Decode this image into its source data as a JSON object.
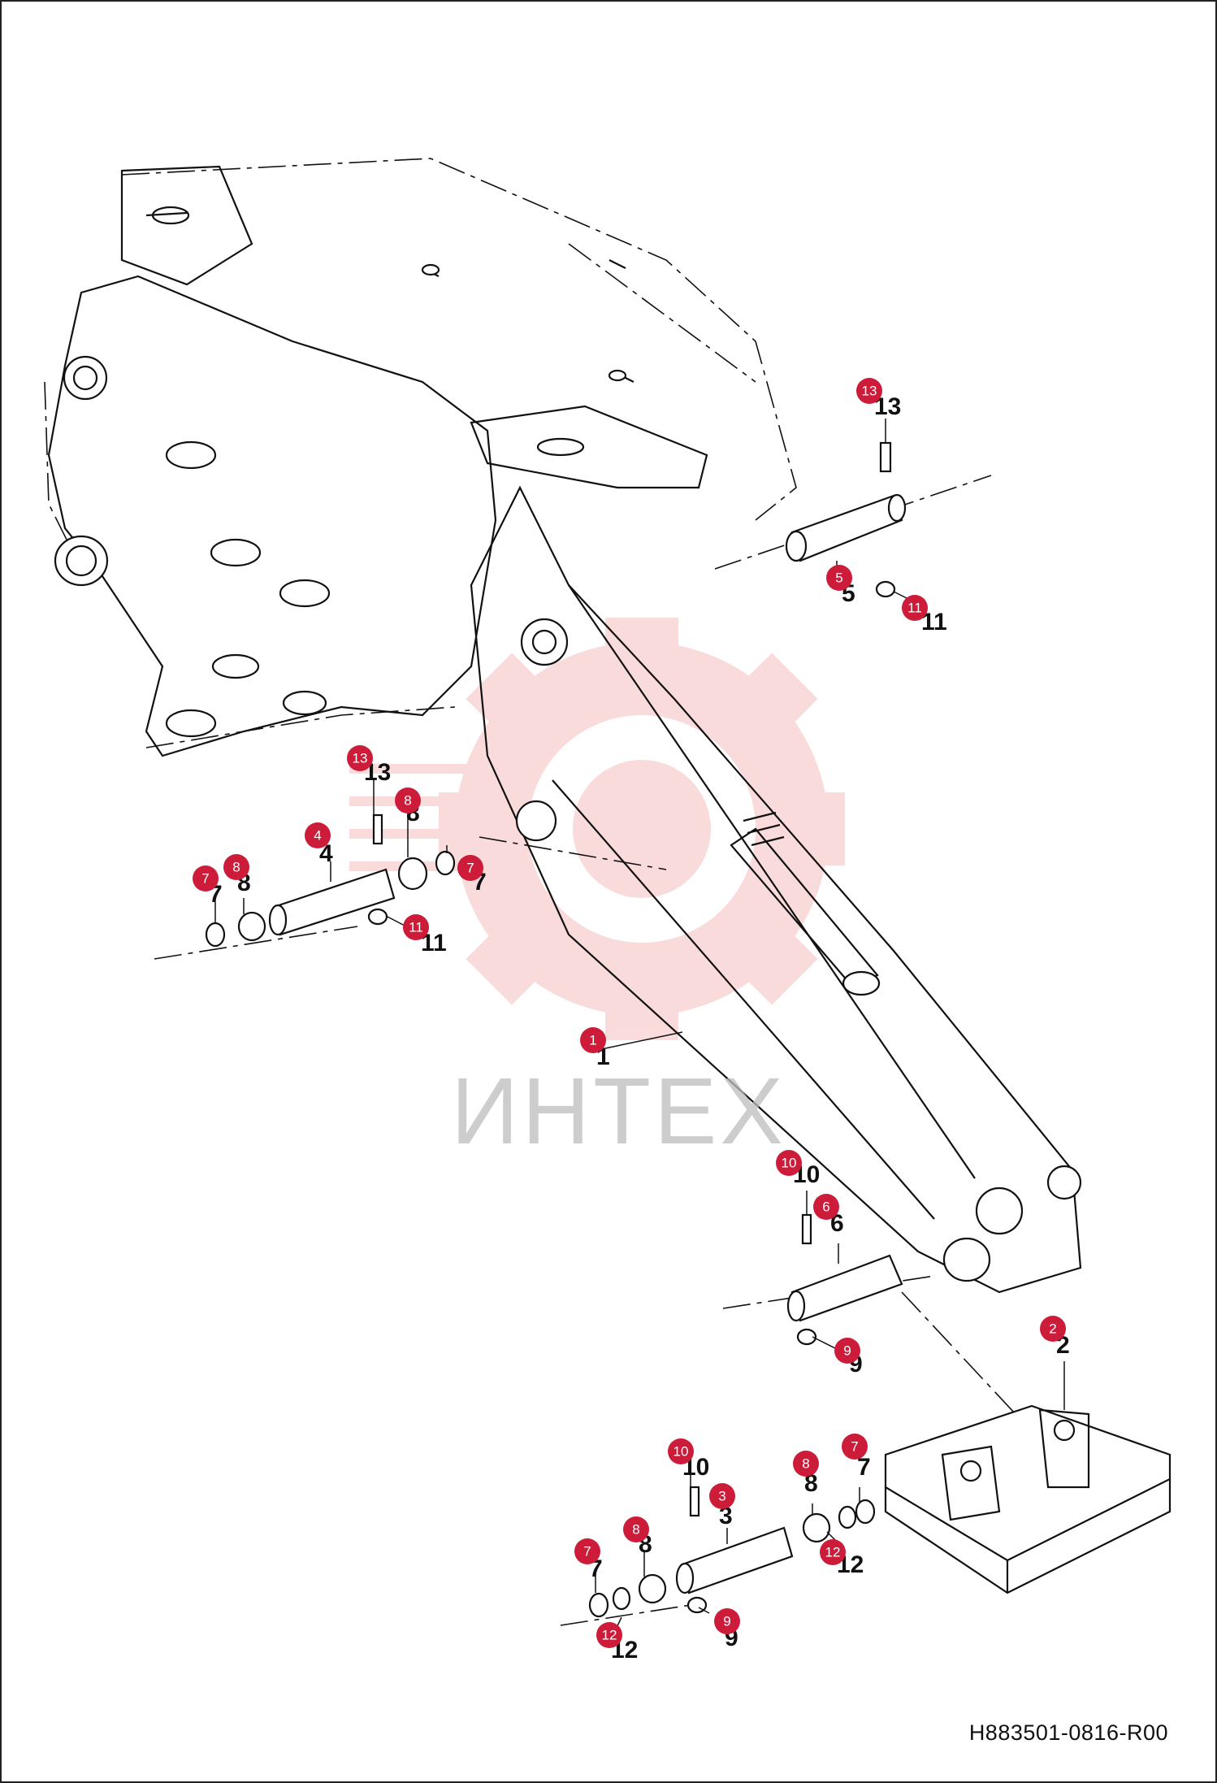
{
  "document_number": "H883501-0816-R00",
  "watermark": {
    "text": "ИНТЕХ",
    "logo": "gear-logo"
  },
  "callouts": [
    {
      "id": "callout-13-top",
      "label": "13"
    },
    {
      "id": "callout-5",
      "label": "5"
    },
    {
      "id": "callout-11-top",
      "label": "11"
    },
    {
      "id": "callout-13-mid",
      "label": "13"
    },
    {
      "id": "callout-4",
      "label": "4"
    },
    {
      "id": "callout-8-mid-right",
      "label": "8"
    },
    {
      "id": "callout-7-mid-right",
      "label": "7"
    },
    {
      "id": "callout-7-mid-left",
      "label": "7"
    },
    {
      "id": "callout-8-mid-left",
      "label": "8"
    },
    {
      "id": "callout-11-mid",
      "label": "11"
    },
    {
      "id": "callout-1",
      "label": "1"
    },
    {
      "id": "callout-10-upper",
      "label": "10"
    },
    {
      "id": "callout-6",
      "label": "6"
    },
    {
      "id": "callout-9-upper",
      "label": "9"
    },
    {
      "id": "callout-2",
      "label": "2"
    },
    {
      "id": "callout-10-lower",
      "label": "10"
    },
    {
      "id": "callout-3",
      "label": "3"
    },
    {
      "id": "callout-8-lower-right",
      "label": "8"
    },
    {
      "id": "callout-7-lower-right",
      "label": "7"
    },
    {
      "id": "callout-12-lower-right",
      "label": "12"
    },
    {
      "id": "callout-8-lower-left",
      "label": "8"
    },
    {
      "id": "callout-7-lower-left",
      "label": "7"
    },
    {
      "id": "callout-12-lower-left",
      "label": "12"
    },
    {
      "id": "callout-9-lower",
      "label": "9"
    }
  ]
}
